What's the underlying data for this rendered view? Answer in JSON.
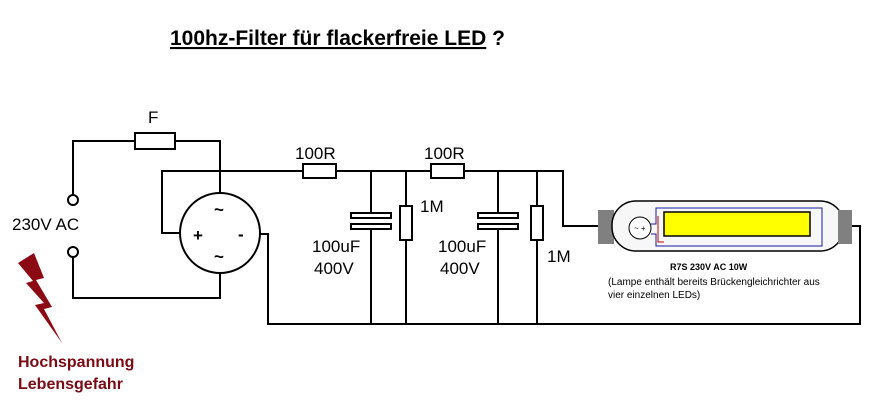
{
  "title": {
    "text": "100hz-Filter für flackerfreie LED",
    "suffix": " ?"
  },
  "labels": {
    "fuse": "F",
    "supply": "230V AC",
    "resistor_1": "100R",
    "resistor_2": "100R",
    "bleeder_1": "1M",
    "bleeder_2": "1M",
    "cap_1_value": "100uF",
    "cap_1_voltage": "400V",
    "cap_2_value": "100uF",
    "cap_2_voltage": "400V",
    "bridge_plus": "+",
    "bridge_minus": "-",
    "bridge_ac_top": "~",
    "bridge_ac_bottom": "~",
    "lamp_type": "R7S 230V AC   10W",
    "lamp_note_1": "(Lampe enthält bereits Brückengleichrichter aus",
    "lamp_note_2": "vier einzelnen LEDs)"
  },
  "warning": {
    "line_1": "Hochspannung",
    "line_2": "Lebensgefahr",
    "color": "#7a0a14"
  },
  "colors": {
    "wire": "#000000",
    "lamp_body": "#f7f7f7",
    "lamp_cap": "#808080",
    "led_strip": "#ffff00",
    "lightning": "#8b0a14"
  }
}
